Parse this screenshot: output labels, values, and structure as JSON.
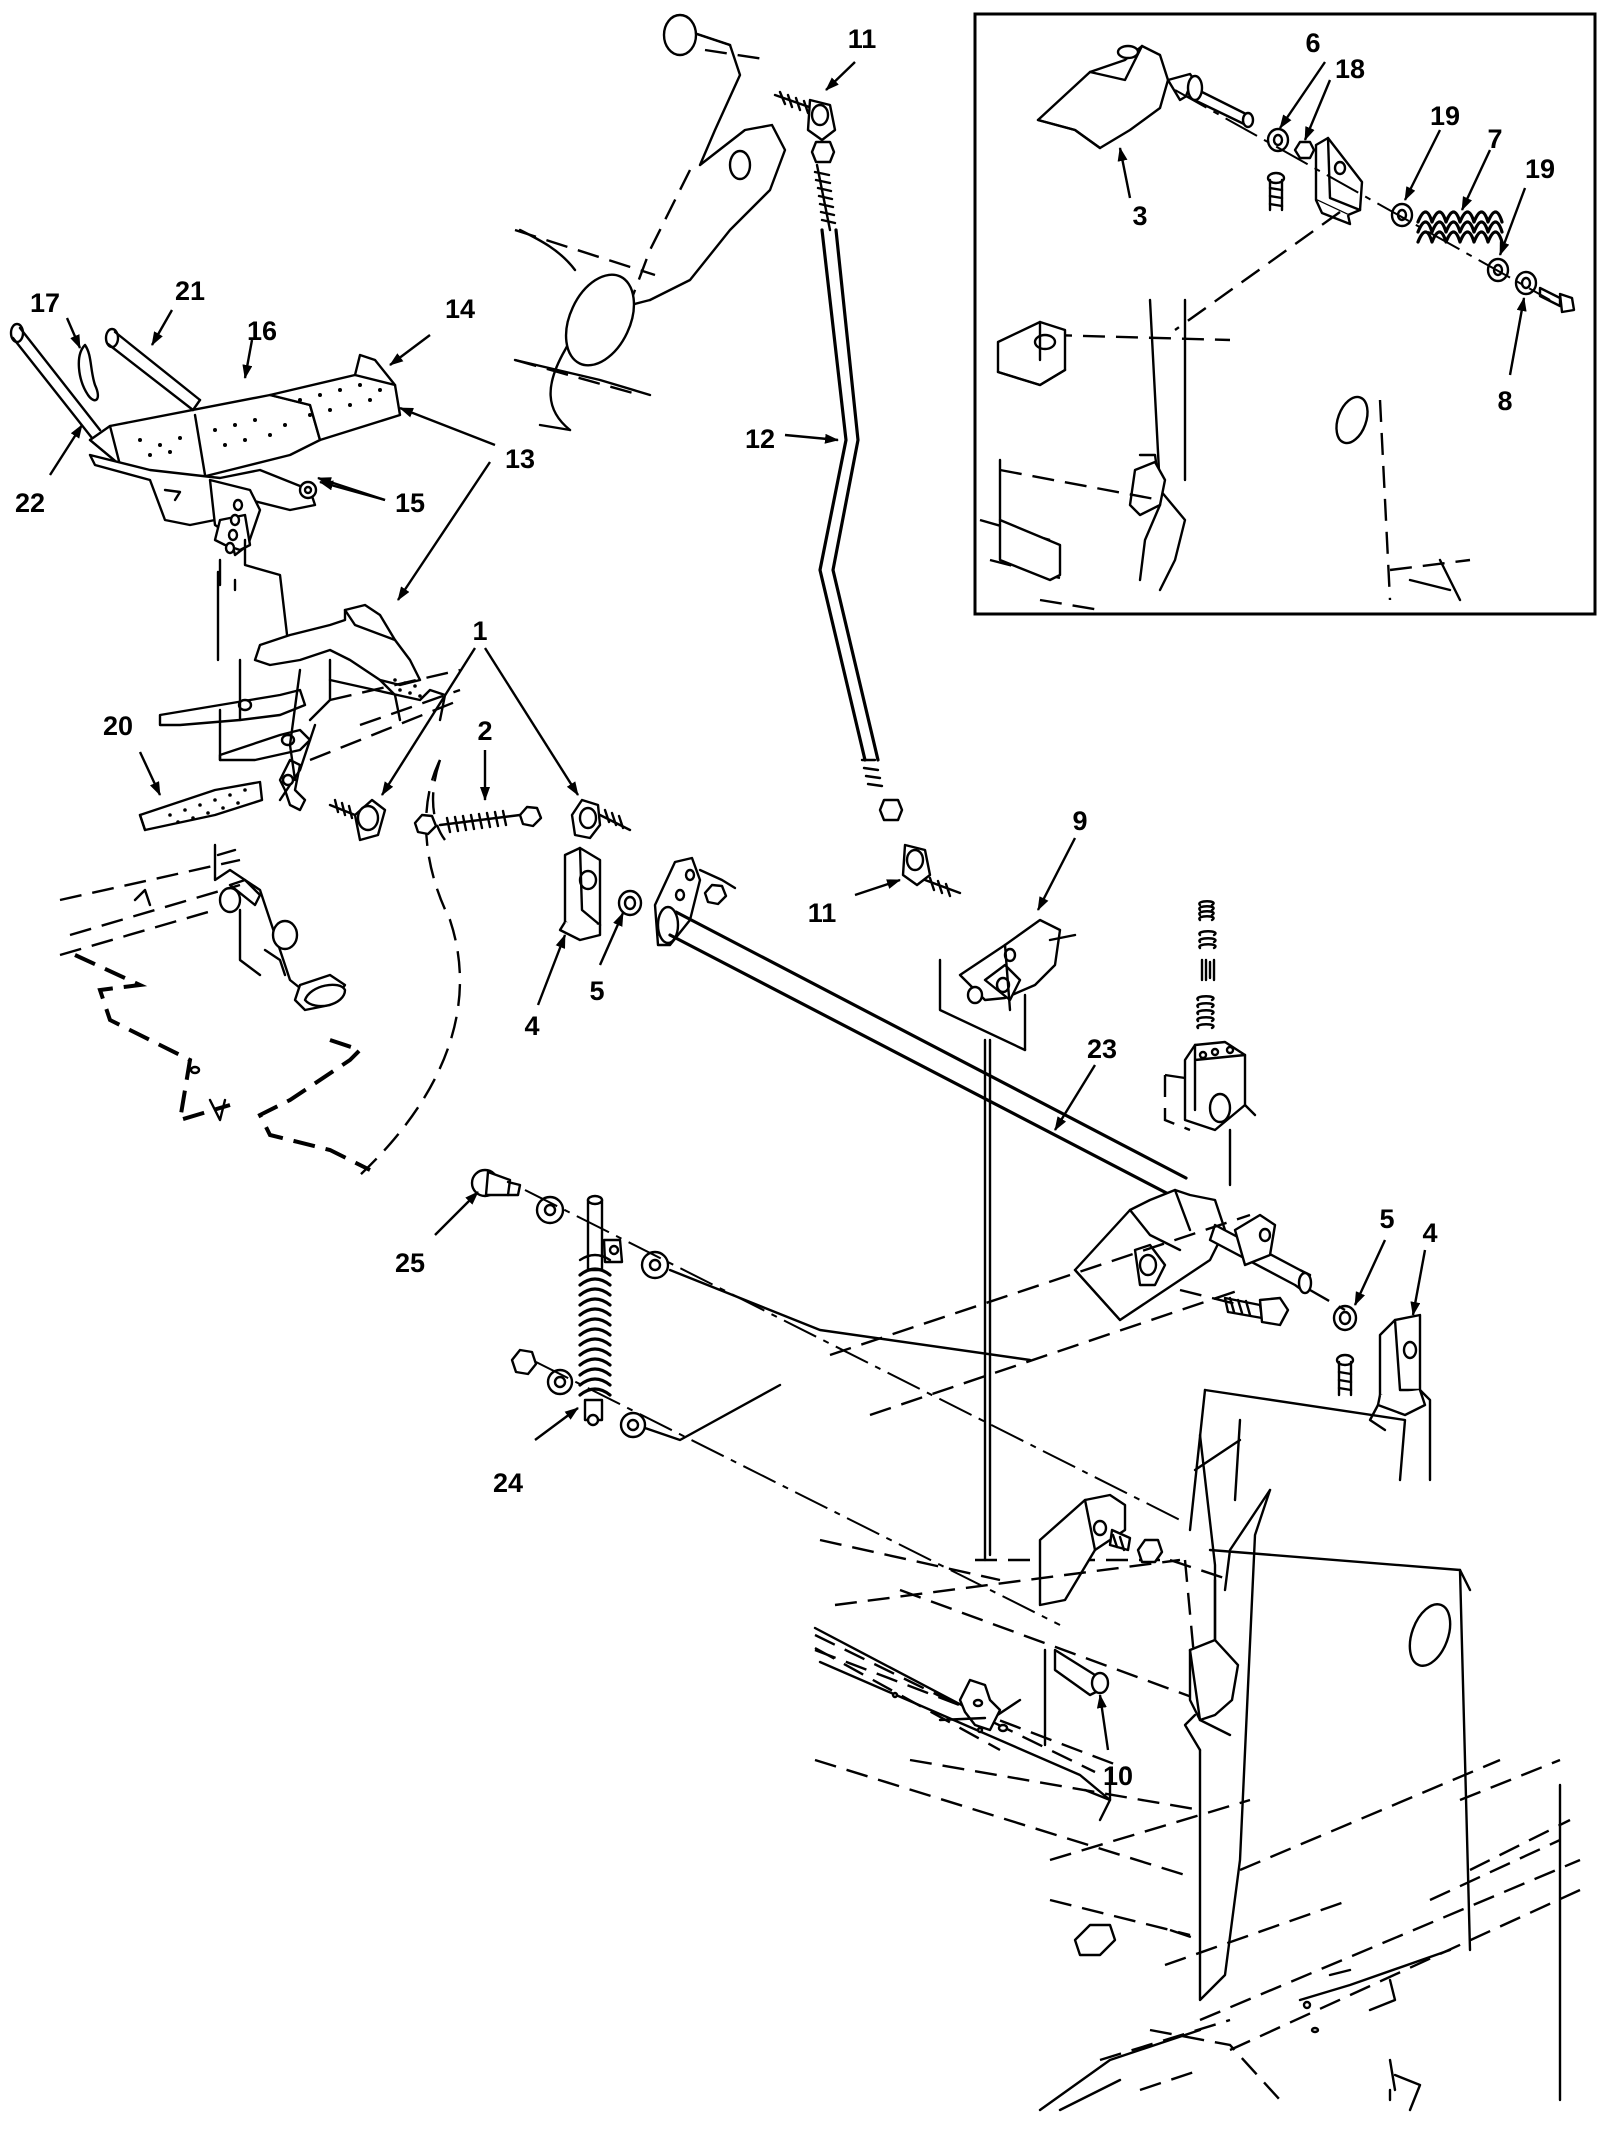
{
  "figure": {
    "labels": [
      {
        "key": "l11a",
        "text": "11"
      },
      {
        "key": "l11b",
        "text": "11"
      },
      {
        "key": "l12",
        "text": "12"
      },
      {
        "key": "l17",
        "text": "17"
      },
      {
        "key": "l21",
        "text": "21"
      },
      {
        "key": "l16",
        "text": "16"
      },
      {
        "key": "l14",
        "text": "14"
      },
      {
        "key": "l13",
        "text": "13"
      },
      {
        "key": "l22",
        "text": "22"
      },
      {
        "key": "l15",
        "text": "15"
      },
      {
        "key": "l1",
        "text": "1"
      },
      {
        "key": "l2",
        "text": "2"
      },
      {
        "key": "l20",
        "text": "20"
      },
      {
        "key": "l4a",
        "text": "4"
      },
      {
        "key": "l5a",
        "text": "5"
      },
      {
        "key": "l9",
        "text": "9"
      },
      {
        "key": "l23",
        "text": "23"
      },
      {
        "key": "l25",
        "text": "25"
      },
      {
        "key": "l5b",
        "text": "5"
      },
      {
        "key": "l4b",
        "text": "4"
      },
      {
        "key": "l24",
        "text": "24"
      },
      {
        "key": "l10",
        "text": "10"
      },
      {
        "key": "l3",
        "text": "3"
      },
      {
        "key": "l6",
        "text": "6"
      },
      {
        "key": "l18",
        "text": "18"
      },
      {
        "key": "l19a",
        "text": "19"
      },
      {
        "key": "l7",
        "text": "7"
      },
      {
        "key": "l19b",
        "text": "19"
      },
      {
        "key": "l8",
        "text": "8"
      }
    ]
  }
}
